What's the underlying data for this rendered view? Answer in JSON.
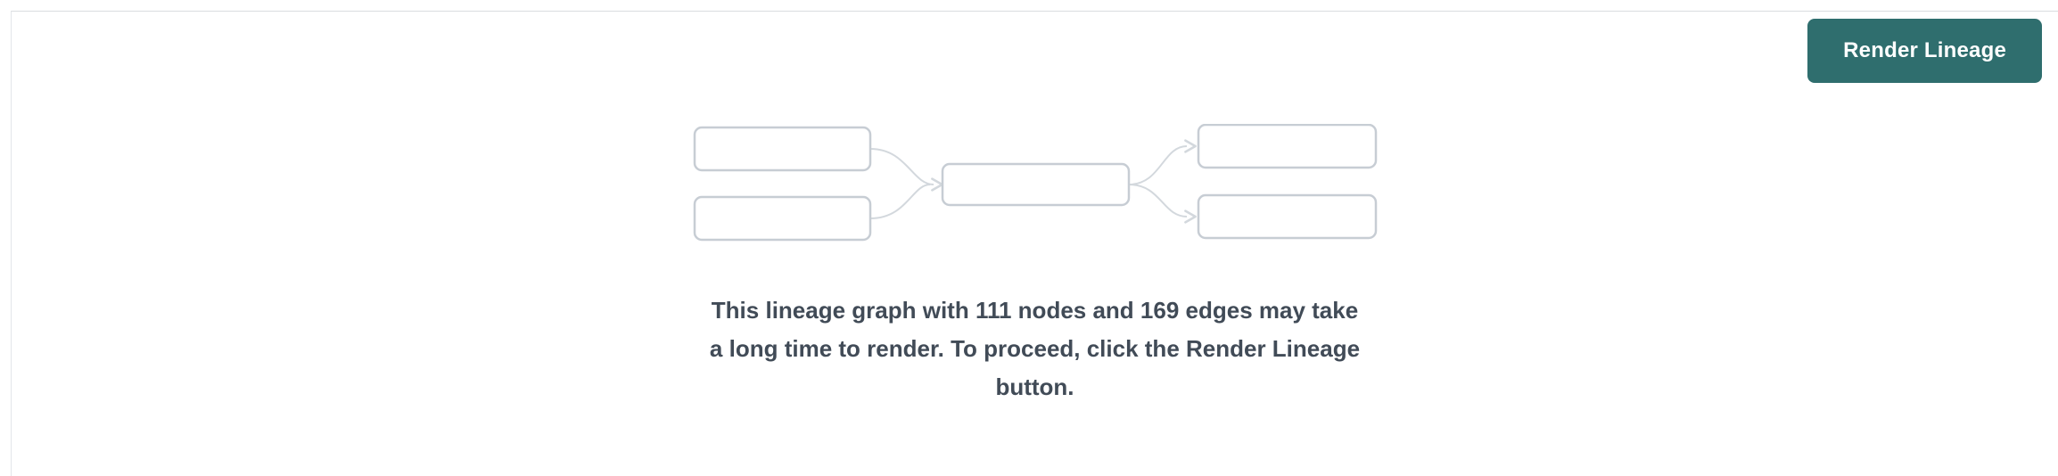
{
  "page": {
    "background": "#ffffff",
    "panel_border_color": "#d9dce0"
  },
  "toolbar": {
    "render_button_label": "Render Lineage",
    "render_button_color": "#2f6e6e",
    "render_button_text_color": "#ffffff"
  },
  "empty_state": {
    "node_count": "111",
    "edge_count": "169",
    "message_lines": [
      "This lineage graph with 111 nodes and 169 edges may take",
      "a long time to render. To proceed, click the Render Lineage",
      "button."
    ],
    "text_color": "#414b57"
  },
  "illustration": {
    "node_box_stroke": "#c7cdd4",
    "edge_arrow_stroke": "#d3d8dd"
  }
}
